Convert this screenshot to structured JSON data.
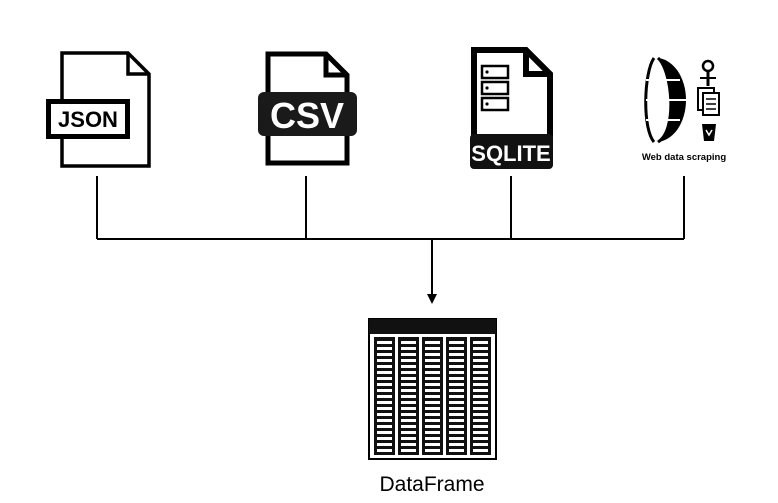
{
  "sources": [
    {
      "id": "json",
      "label": "JSON",
      "icon": "json-file-icon"
    },
    {
      "id": "csv",
      "label": "CSV",
      "icon": "csv-file-icon"
    },
    {
      "id": "sqlite",
      "label": "SQLITE",
      "icon": "sqlite-file-icon"
    },
    {
      "id": "web",
      "label": "Web data scraping",
      "icon": "web-scraping-icon"
    }
  ],
  "target": {
    "label": "DataFrame",
    "icon": "dataframe-table-icon"
  },
  "colors": {
    "stroke": "#000000",
    "background": "#ffffff"
  }
}
